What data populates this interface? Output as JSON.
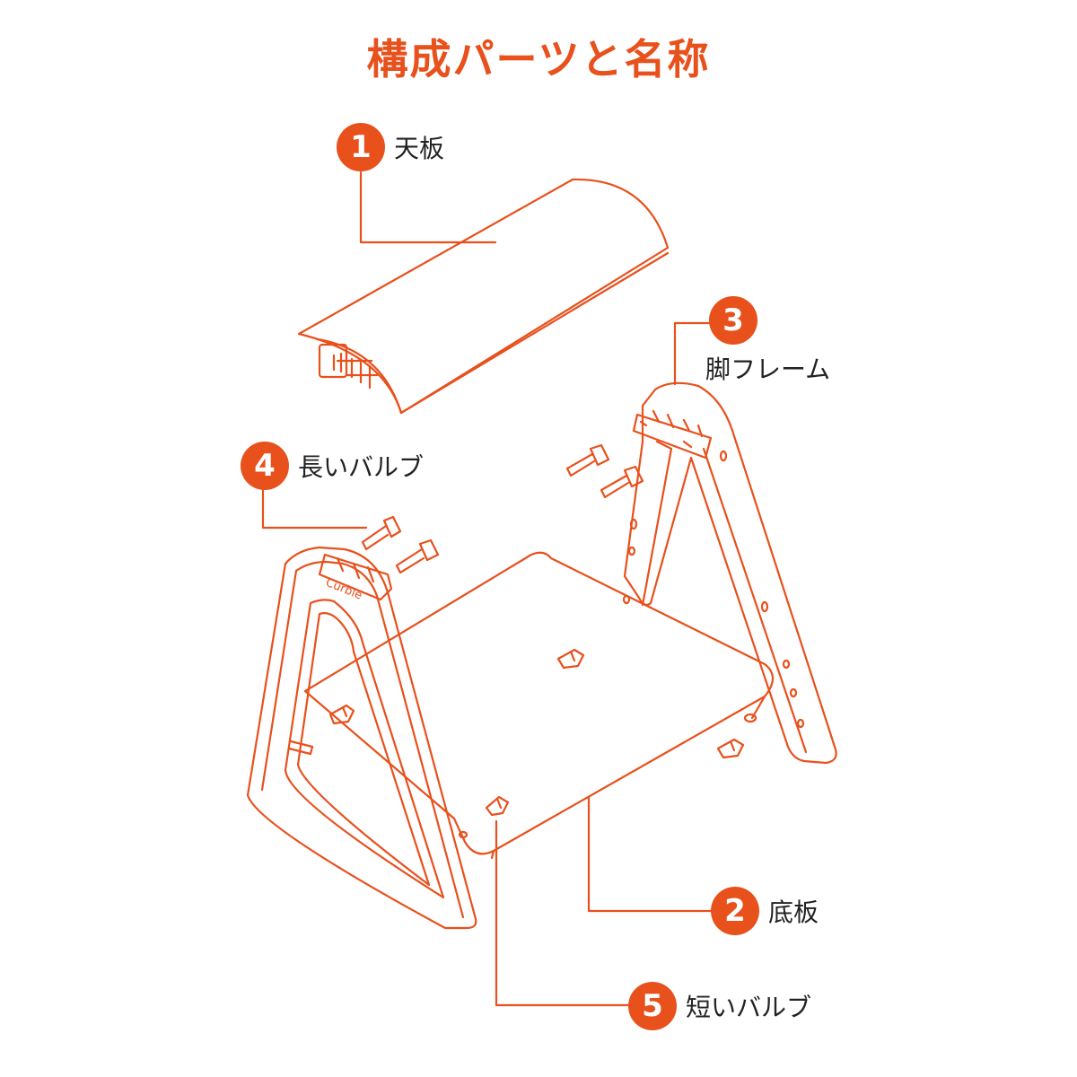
{
  "title": "構成パーツと名称",
  "brand_on_frame": "Curble",
  "colors": {
    "accent": "#e8501c",
    "text": "#222222",
    "background": "#ffffff"
  },
  "parts": [
    {
      "number": "1",
      "label": "天板"
    },
    {
      "number": "2",
      "label": "底板"
    },
    {
      "number": "3",
      "label": "脚フレーム"
    },
    {
      "number": "4",
      "label": "長いバルブ"
    },
    {
      "number": "5",
      "label": "短いバルブ"
    }
  ]
}
